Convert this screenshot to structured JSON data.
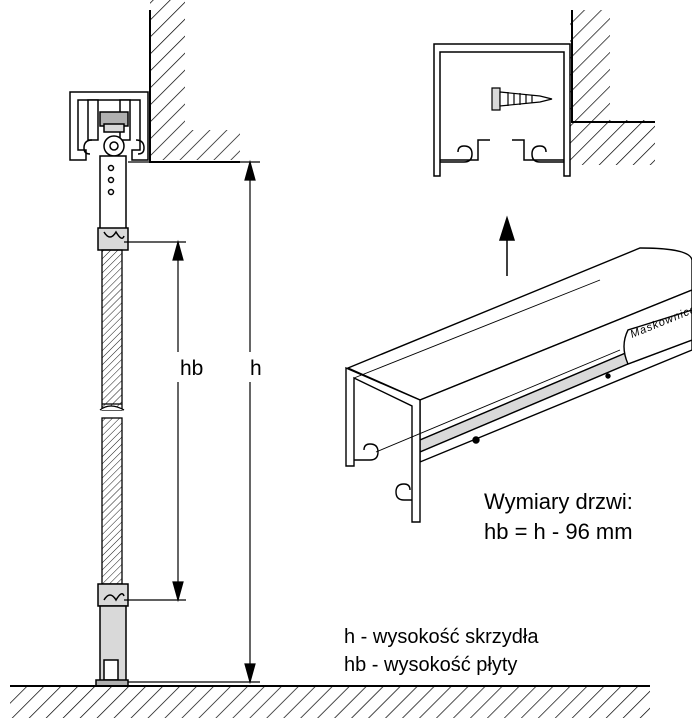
{
  "labels": {
    "hb": "hb",
    "h": "h",
    "profile_name": "Maskownica",
    "dimensions_title": "Wymiary drzwi:",
    "dimensions_formula": "hb = h - 96 mm",
    "legend_h": "h - wysokość skrzydła",
    "legend_hb": "hb - wysokość płyty"
  },
  "colors": {
    "line": "#000000",
    "fill": "#ffffff",
    "light_fill": "#d9d9d9",
    "mid_fill": "#b0b0b0"
  }
}
